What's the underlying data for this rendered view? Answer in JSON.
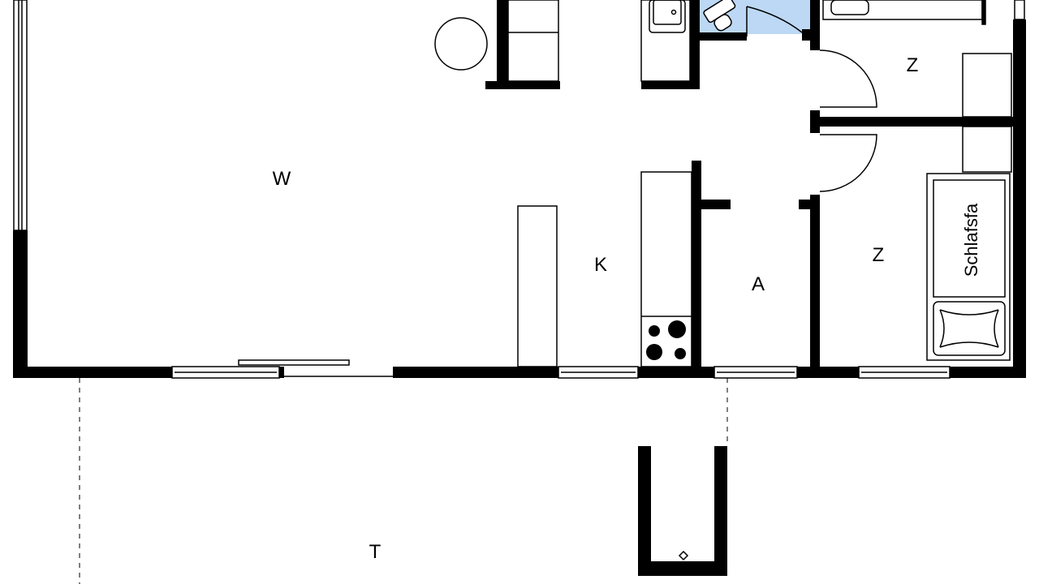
{
  "floorplan": {
    "rooms": {
      "living": "W",
      "kitchen": "K",
      "utility": "A",
      "bedroom_top": "Z",
      "bedroom_bottom": "Z",
      "terrace": "T"
    },
    "furniture": {
      "sofa_bed": "Schlafsfa"
    },
    "colors": {
      "wall": "#000000",
      "bathroom_fill": "#bcd8f4",
      "line": "#000000",
      "background": "#ffffff"
    }
  }
}
